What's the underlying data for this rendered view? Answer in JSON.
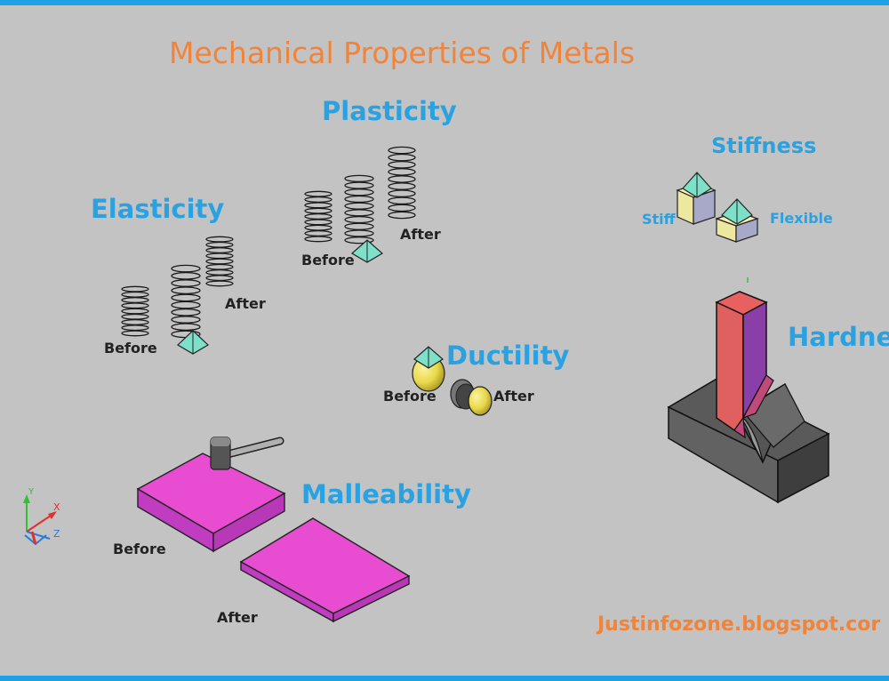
{
  "title": "Mechanical Properties of Metals",
  "properties": {
    "plasticity": "Plasticity",
    "elasticity": "Elasticity",
    "stiffness": "Stiffness",
    "ductility": "Ductility",
    "malleability": "Malleability",
    "hardness": "Hardne"
  },
  "labels": {
    "plasticity_before": "Before",
    "plasticity_after": "After",
    "elasticity_before": "Before",
    "elasticity_after": "After",
    "stiffness_stiff": "Stiff",
    "stiffness_flexible": "Flexible",
    "ductility_before": "Before",
    "ductility_after": "After",
    "malleability_before": "Before",
    "malleability_after": "After"
  },
  "ucs_axes": {
    "x": "X",
    "y": "Y",
    "z": "Z"
  },
  "footer": "Justinfozone.blogspot.cor",
  "colors": {
    "background": "#c3c3c3",
    "frame": "#1ea0e6",
    "title": "#f0843a",
    "heading": "#2aa2e2",
    "plate_top": "#e84cd0",
    "plate_side": "#b838b8",
    "indenter": "#7ee0c8",
    "ball": "#e8d84a"
  }
}
